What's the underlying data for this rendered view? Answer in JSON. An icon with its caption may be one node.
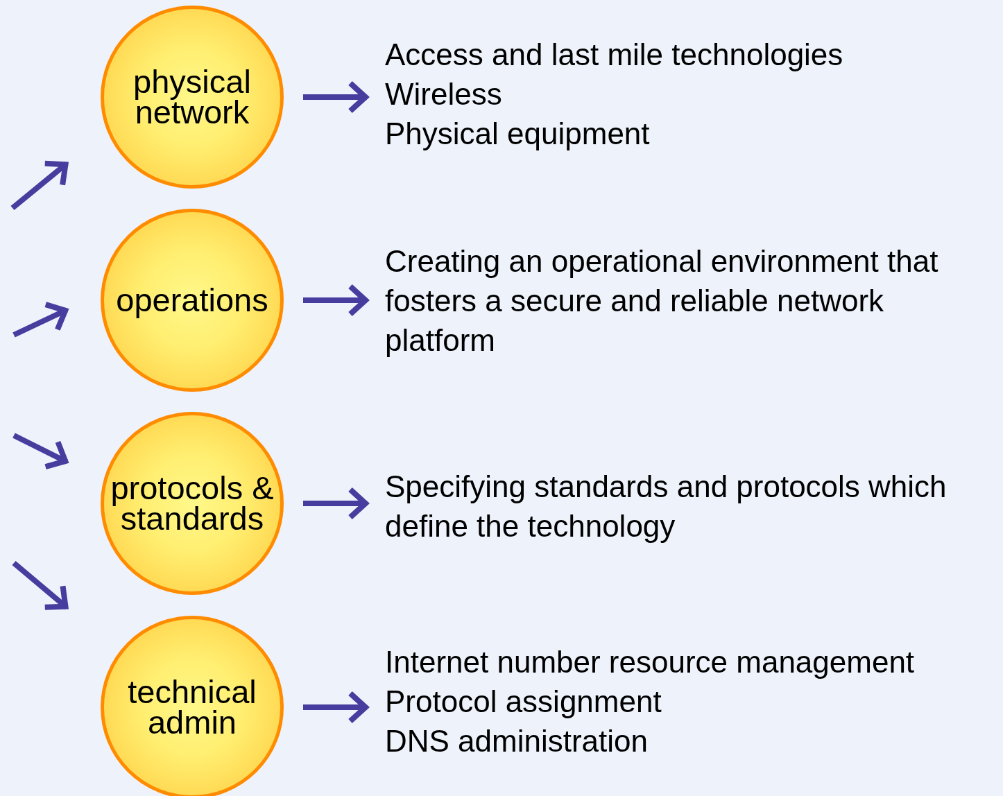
{
  "diagram": {
    "nodes": [
      {
        "text": [
          "physical network"
        ]
      },
      {
        "text": [
          "operations"
        ]
      },
      {
        "text": [
          "protocols & standards"
        ]
      },
      {
        "text": [
          "technical admin"
        ]
      },
      {
        "text": [
          "Access and last mile technologies",
          "Wireless",
          "Physical equipment"
        ]
      },
      {
        "text": [
          "Creating an operational environment that fosters a secure and reliable network platform"
        ]
      },
      {
        "text": [
          "Specifying standards and protocols which define the technology"
        ]
      },
      {
        "text": [
          "Internet number resource management",
          "Protocol assignment",
          "DNS administration"
        ]
      }
    ],
    "edges": [
      {
        "from": null,
        "to": 0,
        "arrow": "to"
      },
      {
        "from": null,
        "to": 1,
        "arrow": "to"
      },
      {
        "from": null,
        "to": 2,
        "arrow": "to"
      },
      {
        "from": null,
        "to": 3,
        "arrow": "to"
      },
      {
        "from": 0,
        "to": 4,
        "arrow": "to"
      },
      {
        "from": 1,
        "to": 5,
        "arrow": "to"
      },
      {
        "from": 2,
        "to": 6,
        "arrow": "to"
      },
      {
        "from": 3,
        "to": 7,
        "arrow": "to"
      }
    ]
  }
}
